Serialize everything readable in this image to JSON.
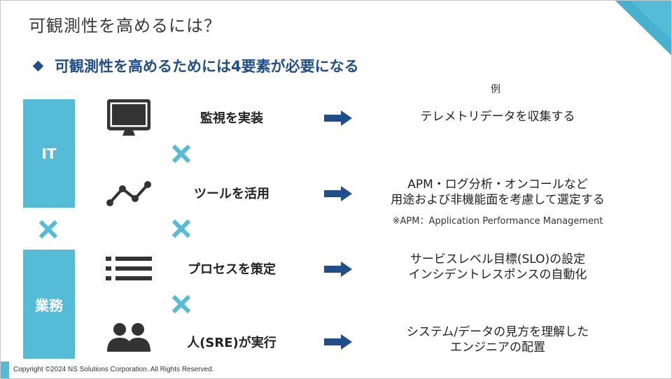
{
  "title": "可観測性を高めるには？",
  "subtitle": "可観測性を高めるためには4要素が必要になる",
  "example_label": "例",
  "categories": {
    "it": "IT",
    "business": "業務"
  },
  "rows": [
    {
      "icon": "monitor-icon",
      "label": "監視を実装",
      "example_lines": [
        "テレメトリデータを収集する"
      ]
    },
    {
      "icon": "line-chart-icon",
      "label": "ツールを活用",
      "example_lines": [
        "APM・ログ分析・オンコールなど",
        "用途および非機能面を考慮して選定する"
      ]
    },
    {
      "icon": "list-icon",
      "label": "プロセスを策定",
      "example_lines": [
        "サービスレベル目標(SLO)の設定",
        "インシデントレスポンスの自動化"
      ]
    },
    {
      "icon": "users-icon",
      "label": "人(SRE)が実行",
      "example_lines": [
        "システム/データの見方を理解した",
        "エンジニアの配置"
      ]
    }
  ],
  "note": "※APM：Application Performance Management",
  "footer": "Copyright ©2024 NS Solutions Corporation. All Rights Reserved.",
  "colors": {
    "accent": "#55bcd8",
    "heading": "#1f4e8c",
    "arrow": "#1f4e8c",
    "icon": "#333333"
  }
}
